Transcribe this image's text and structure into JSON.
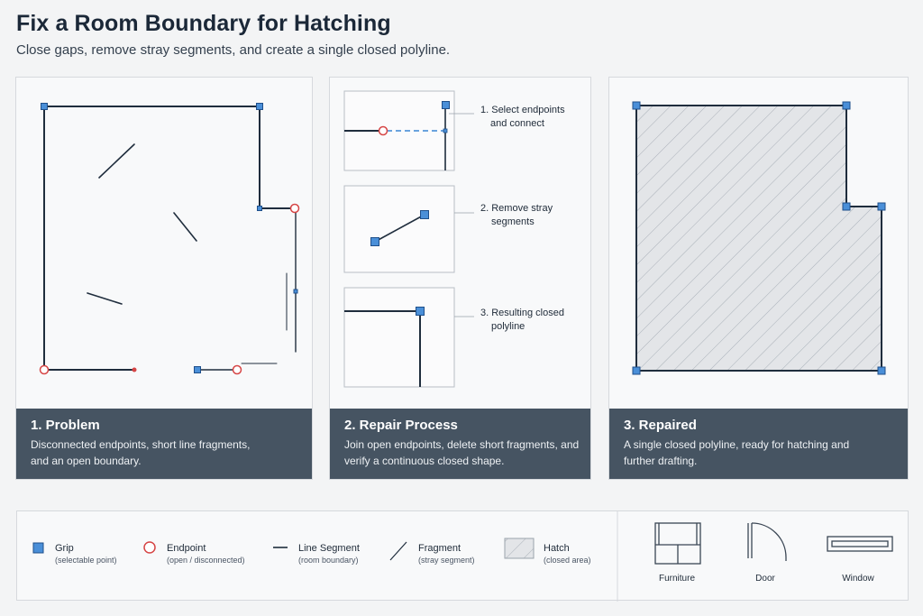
{
  "header": {
    "title": "Fix a Room Boundary for Hatching",
    "subtitle": "Close gaps, remove stray segments, and create a single closed polyline."
  },
  "panels": [
    {
      "heading": "1. Problem",
      "body": "Disconnected endpoints, short line fragments, and an open boundary."
    },
    {
      "heading": "2. Repair Process",
      "body": "Join open endpoints, delete short fragments, and verify a continuous closed shape."
    },
    {
      "heading": "3. Repaired",
      "body": "A single closed polyline, ready for hatching and further drafting."
    }
  ],
  "steps": [
    {
      "line1": "1. Select endpoints",
      "line2": "and connect"
    },
    {
      "line1": "2. Remove stray",
      "line2": "segments"
    },
    {
      "line1": "3. Resulting closed",
      "line2": "polyline"
    }
  ],
  "legend": {
    "items": [
      {
        "title": "Grip",
        "sub": "(selectable point)"
      },
      {
        "title": "Endpoint",
        "sub": "(open / disconnected)"
      },
      {
        "title": "Line Segment",
        "sub": "(room boundary)"
      },
      {
        "title": "Fragment",
        "sub": "(stray segment)"
      },
      {
        "title": "Hatch",
        "sub": "(closed area)"
      }
    ],
    "symbols": [
      {
        "label": "Furniture"
      },
      {
        "label": "Door"
      },
      {
        "label": "Window"
      }
    ]
  },
  "colors": {
    "grip": "#4a8fd8",
    "endpoint": "#d64545",
    "line": "#1f2d3d",
    "caption_bg": "#465462"
  }
}
